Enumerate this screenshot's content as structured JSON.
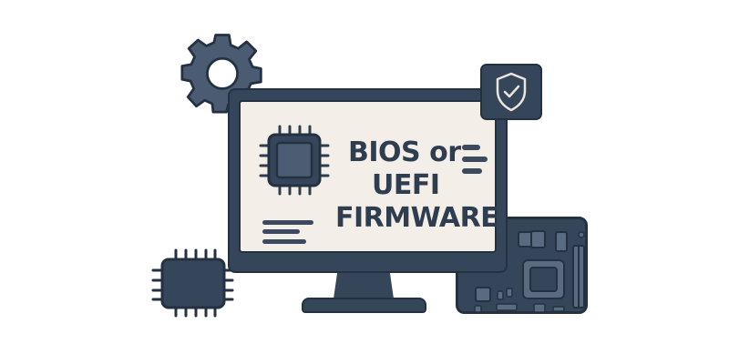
{
  "illustration": {
    "screen_title": {
      "line1": "BIOS or",
      "line2": "UEFI",
      "line3": "FIRMWARE"
    },
    "icons": [
      "gear-icon",
      "shield-check-icon",
      "cpu-chip-icon",
      "small-cpu-chip-icon",
      "motherboard-icon",
      "monitor-icon"
    ],
    "colors": {
      "primary": "#36465a",
      "outline": "#233141",
      "accent_gray": "#5a6a80",
      "screen_bg": "#f3efe8",
      "text": "#2f3d50",
      "background": "#ffffff"
    }
  }
}
